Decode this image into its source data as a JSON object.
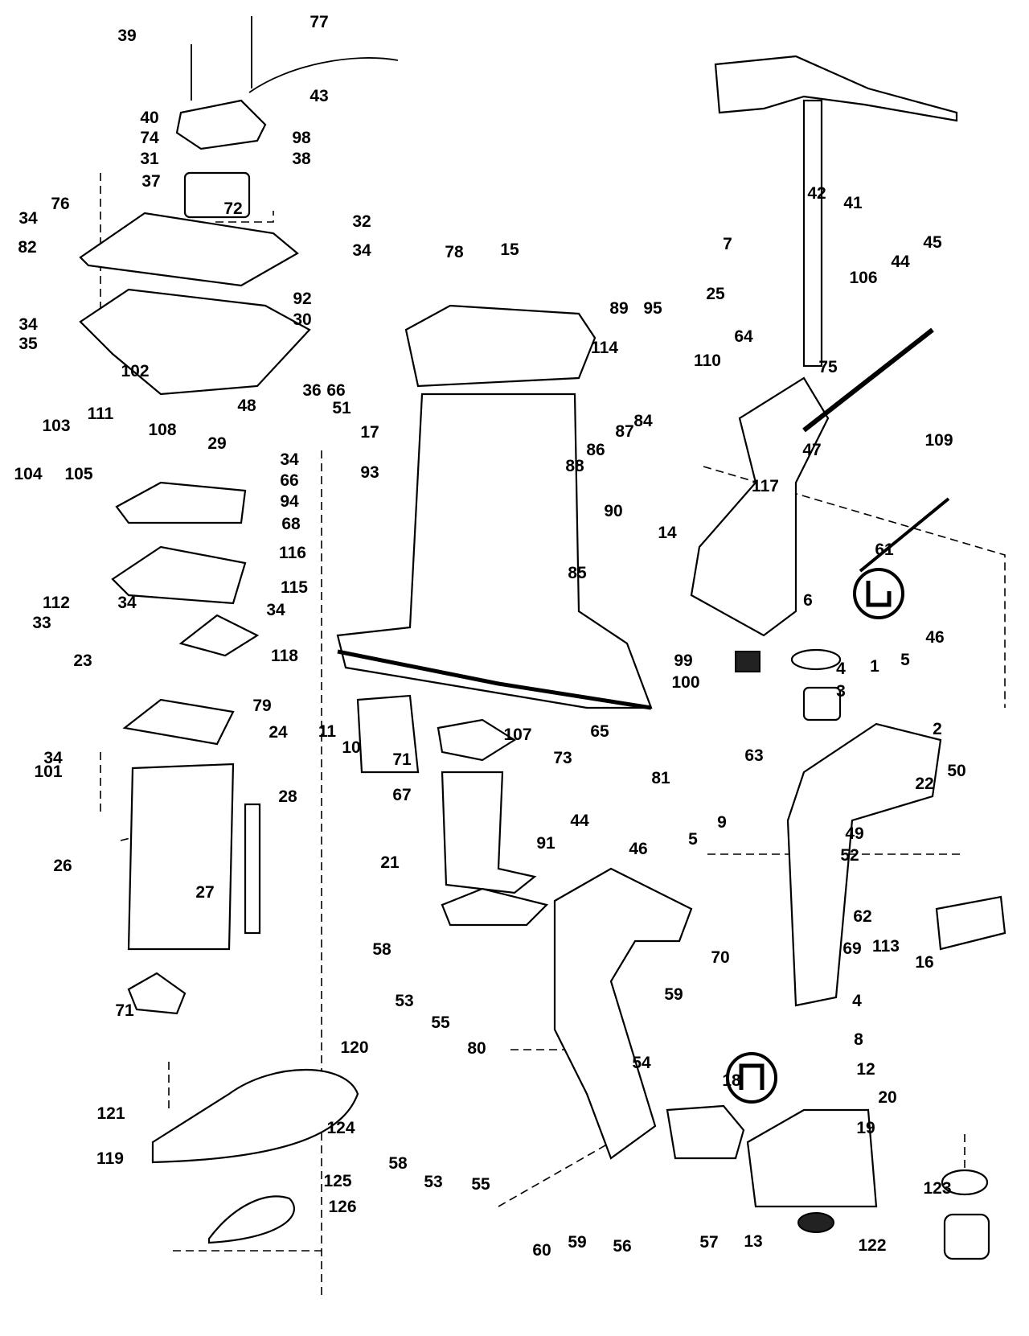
{
  "diagram": {
    "callouts": [
      "39",
      "77",
      "43",
      "40",
      "74",
      "98",
      "31",
      "38",
      "37",
      "34",
      "76",
      "72",
      "32",
      "34",
      "82",
      "92",
      "30",
      "34",
      "35",
      "102",
      "36",
      "66",
      "48",
      "51",
      "111",
      "108",
      "103",
      "34",
      "104",
      "105",
      "29",
      "66",
      "94",
      "68",
      "116",
      "115",
      "112",
      "34",
      "33",
      "34",
      "23",
      "118",
      "79",
      "34",
      "101",
      "24",
      "28",
      "26",
      "27",
      "71",
      "120",
      "121",
      "119",
      "124",
      "125",
      "126",
      "78",
      "15",
      "114",
      "17",
      "93",
      "11",
      "10",
      "71",
      "107",
      "67",
      "21",
      "89",
      "95",
      "25",
      "110",
      "64",
      "84",
      "87",
      "86",
      "88",
      "90",
      "14",
      "85",
      "117",
      "7",
      "42",
      "41",
      "45",
      "44",
      "106",
      "75",
      "47",
      "109",
      "61",
      "6",
      "46",
      "99",
      "4",
      "100",
      "3",
      "1",
      "5",
      "65",
      "2",
      "63",
      "73",
      "81",
      "22",
      "50",
      "9",
      "44",
      "46",
      "5",
      "49",
      "52",
      "91",
      "70",
      "62",
      "113",
      "16",
      "69",
      "58",
      "53",
      "55",
      "80",
      "59",
      "54",
      "4",
      "8",
      "18",
      "12",
      "20",
      "19",
      "123",
      "58",
      "53",
      "55",
      "60",
      "59",
      "56",
      "57",
      "13",
      "122"
    ]
  }
}
